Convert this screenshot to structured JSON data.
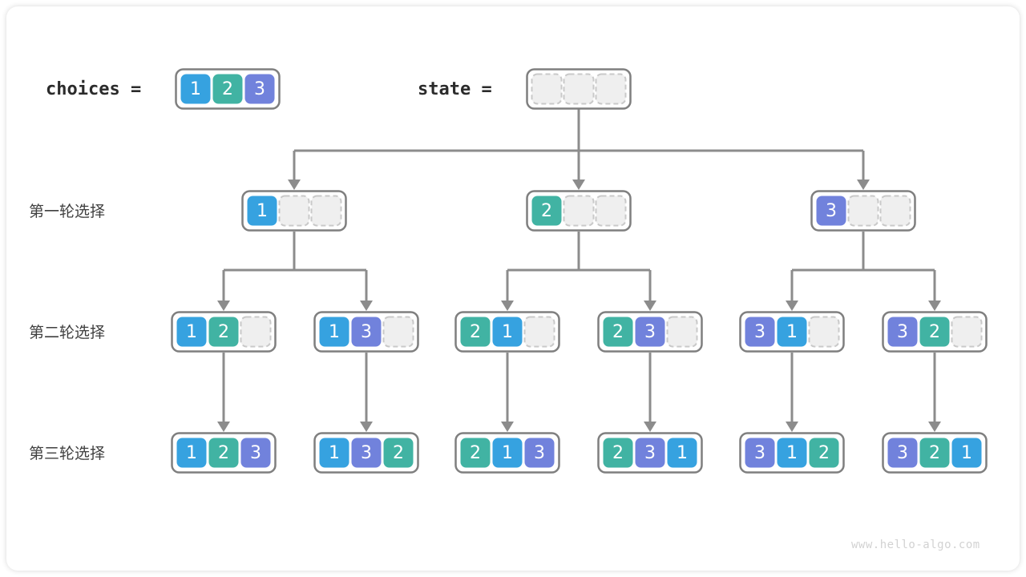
{
  "meta": {
    "watermark": "www.hello-algo.com"
  },
  "header": {
    "choices_label": "choices =",
    "choices_values": [
      "1",
      "2",
      "3"
    ],
    "state_label": "state =",
    "state_values": [
      "",
      "",
      ""
    ]
  },
  "row_labels": {
    "round1": "第一轮选择",
    "round2": "第二轮选择",
    "round3": "第三轮选择"
  },
  "colors": {
    "blue": "#36a2e0",
    "teal": "#41b3a3",
    "purple": "#7182dc",
    "empty_fill": "#efefef",
    "empty_stroke": "#c9c9c9",
    "frame_stroke": "#7f7f7f",
    "edge": "#8c8c8c",
    "text": "#3f3f3f",
    "watermark": "#d2d2d2"
  },
  "tree": {
    "root": {
      "name": "state-root",
      "cells": [
        "",
        "",
        ""
      ]
    },
    "level1": [
      {
        "name": "node-1",
        "cells": [
          "1",
          "",
          ""
        ]
      },
      {
        "name": "node-2",
        "cells": [
          "2",
          "",
          ""
        ]
      },
      {
        "name": "node-3",
        "cells": [
          "3",
          "",
          ""
        ]
      }
    ],
    "level2": [
      {
        "name": "node-12",
        "cells": [
          "1",
          "2",
          ""
        ]
      },
      {
        "name": "node-13",
        "cells": [
          "1",
          "3",
          ""
        ]
      },
      {
        "name": "node-21",
        "cells": [
          "2",
          "1",
          ""
        ]
      },
      {
        "name": "node-23",
        "cells": [
          "2",
          "3",
          ""
        ]
      },
      {
        "name": "node-31",
        "cells": [
          "3",
          "1",
          ""
        ]
      },
      {
        "name": "node-32",
        "cells": [
          "3",
          "2",
          ""
        ]
      }
    ],
    "level3": [
      {
        "name": "node-123",
        "cells": [
          "1",
          "2",
          "3"
        ]
      },
      {
        "name": "node-132",
        "cells": [
          "1",
          "3",
          "2"
        ]
      },
      {
        "name": "node-213",
        "cells": [
          "2",
          "1",
          "3"
        ]
      },
      {
        "name": "node-231",
        "cells": [
          "2",
          "3",
          "1"
        ]
      },
      {
        "name": "node-312",
        "cells": [
          "3",
          "1",
          "2"
        ]
      },
      {
        "name": "node-321",
        "cells": [
          "3",
          "2",
          "1"
        ]
      }
    ]
  }
}
